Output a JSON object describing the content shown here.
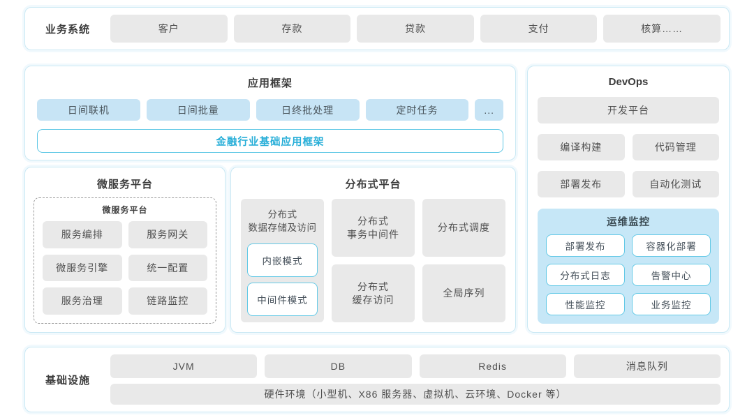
{
  "colors": {
    "panel_border": "#cbe9f4",
    "gray_box_bg": "#e9e9e9",
    "blue_box_bg": "#c7e4f5",
    "cyan_border": "#63c9e6",
    "cyan_text": "#27aed8",
    "monitor_bg": "#c6e7f7",
    "title_text": "#3c3c3c"
  },
  "business": {
    "label": "业务系统",
    "items": [
      "客户",
      "存款",
      "贷款",
      "支付",
      "核算……"
    ]
  },
  "app_framework": {
    "title": "应用框架",
    "items": [
      "日间联机",
      "日间批量",
      "日终批处理",
      "定时任务",
      "..."
    ],
    "base": "金融行业基础应用框架"
  },
  "microservice": {
    "title": "微服务平台",
    "inner_title": "微服务平台",
    "items": [
      "服务编排",
      "服务网关",
      "微服务引擎",
      "统一配置",
      "服务治理",
      "链路监控"
    ]
  },
  "distributed": {
    "title": "分布式平台",
    "storage": {
      "title": "分布式\n数据存储及访问",
      "modes": [
        "内嵌模式",
        "中间件模式"
      ]
    },
    "col2": [
      "分布式\n事务中间件",
      "分布式\n缓存访问"
    ],
    "col3": [
      "分布式调度",
      "全局序列"
    ]
  },
  "devops": {
    "title": "DevOps",
    "platform": "开发平台",
    "items": [
      "编译构建",
      "代码管理",
      "部署发布",
      "自动化测试"
    ],
    "monitor": {
      "title": "运维监控",
      "items": [
        "部署发布",
        "容器化部署",
        "分布式日志",
        "告警中心",
        "性能监控",
        "业务监控"
      ]
    }
  },
  "infrastructure": {
    "label": "基础设施",
    "items": [
      "JVM",
      "DB",
      "Redis",
      "消息队列"
    ],
    "hardware": "硬件环境（小型机、X86 服务器、虚拟机、云环境、Docker 等）"
  }
}
